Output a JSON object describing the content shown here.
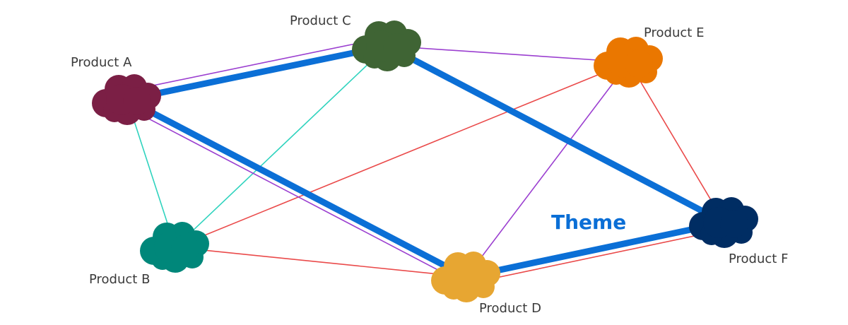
{
  "colors": {
    "theme_edge": "#0b6fd6",
    "purple_edge": "#9b3fd0",
    "teal_edge": "#2fd3be",
    "red_edge": "#ea4a4a",
    "label_text": "#3a3a3a",
    "theme_text": "#0b6fd6"
  },
  "nodes": [
    {
      "id": "A",
      "label": "Product A",
      "color": "#7b1f45",
      "icon": "cloud-icon"
    },
    {
      "id": "B",
      "label": "Product B",
      "color": "#00877a",
      "icon": "cloud-icon"
    },
    {
      "id": "C",
      "label": "Product C",
      "color": "#3f6434",
      "icon": "cloud-icon"
    },
    {
      "id": "D",
      "label": "Product D",
      "color": "#e7a632",
      "icon": "cloud-icon"
    },
    {
      "id": "E",
      "label": "Product E",
      "color": "#ea7700",
      "icon": "cloud-icon"
    },
    {
      "id": "F",
      "label": "Product F",
      "color": "#002d63",
      "icon": "cloud-icon"
    }
  ],
  "edges": [
    {
      "from": "A",
      "to": "C",
      "kind": "theme"
    },
    {
      "from": "C",
      "to": "F",
      "kind": "theme"
    },
    {
      "from": "A",
      "to": "D",
      "kind": "theme"
    },
    {
      "from": "D",
      "to": "F",
      "kind": "theme"
    },
    {
      "from": "A",
      "to": "C",
      "kind": "purple"
    },
    {
      "from": "C",
      "to": "E",
      "kind": "purple"
    },
    {
      "from": "A",
      "to": "D",
      "kind": "purple"
    },
    {
      "from": "E",
      "to": "D",
      "kind": "purple"
    },
    {
      "from": "A",
      "to": "B",
      "kind": "teal"
    },
    {
      "from": "B",
      "to": "C",
      "kind": "teal"
    },
    {
      "from": "E",
      "to": "B",
      "kind": "red"
    },
    {
      "from": "B",
      "to": "D",
      "kind": "red"
    },
    {
      "from": "E",
      "to": "F",
      "kind": "red"
    },
    {
      "from": "D",
      "to": "F",
      "kind": "red"
    }
  ],
  "theme_label": "Theme"
}
